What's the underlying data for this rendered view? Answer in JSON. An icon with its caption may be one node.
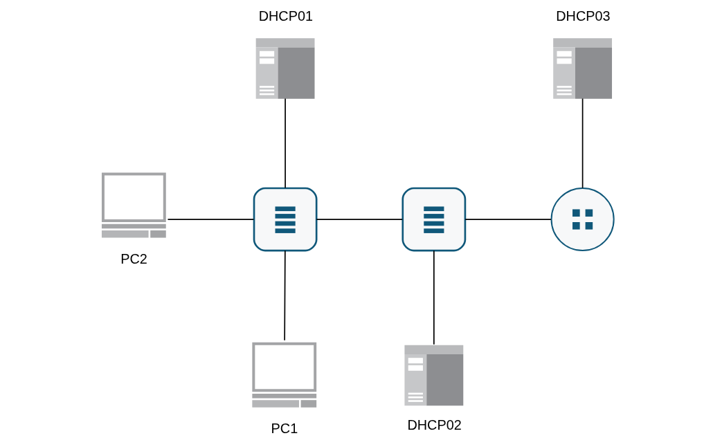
{
  "diagram": {
    "nodes": [
      {
        "text": [
          "DHCP01"
        ]
      },
      {
        "text": [
          "DHCP03"
        ]
      },
      {
        "text": [
          "PC2"
        ]
      },
      {
        "text": [],
        "shape": "box"
      },
      {
        "text": [],
        "shape": "box"
      },
      {
        "text": [],
        "shape": "circle"
      },
      {
        "text": [
          "PC1"
        ]
      },
      {
        "text": [
          "DHCP02"
        ]
      }
    ],
    "edges": [
      {
        "from": 0,
        "to": 3,
        "arrow": "none"
      },
      {
        "from": 2,
        "to": 3,
        "arrow": "none"
      },
      {
        "from": 3,
        "to": 6,
        "arrow": "none"
      },
      {
        "from": 3,
        "to": 4,
        "arrow": "none"
      },
      {
        "from": 4,
        "to": 7,
        "arrow": "none"
      },
      {
        "from": 4,
        "to": 5,
        "arrow": "none"
      },
      {
        "from": 1,
        "to": 5,
        "arrow": "none"
      }
    ]
  }
}
